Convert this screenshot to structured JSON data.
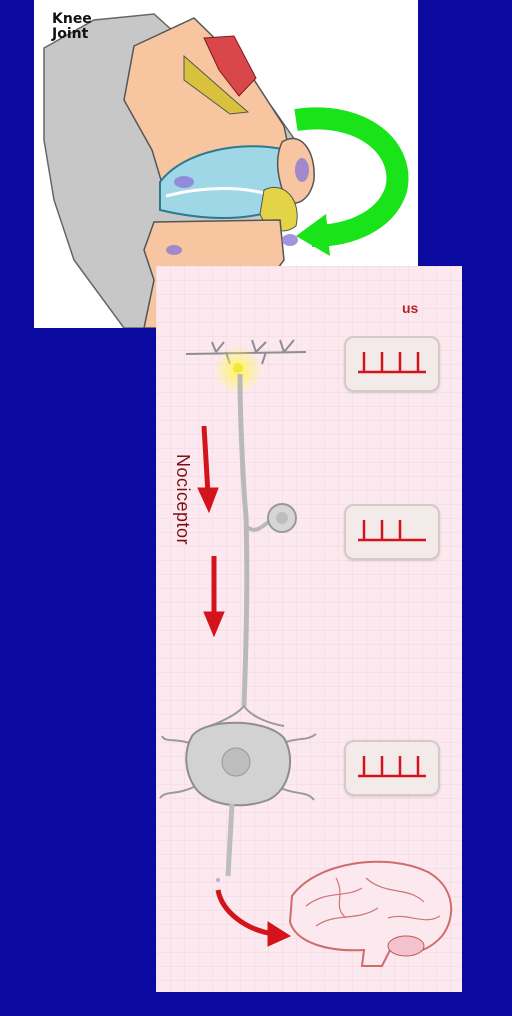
{
  "diagram": {
    "knee_title": "Knee\nJoint",
    "stimulus_label_fragment": "us",
    "nociceptor_label": "Nociceptor",
    "colors": {
      "background": "#0b0aa0",
      "green_arrow": "#19e319",
      "red_arrow": "#d3141c",
      "bone": "#f7c6a0",
      "cartilage": "#9fd7e6",
      "tissue_gray": "#c7c7c7",
      "muscle": "#d9474b",
      "neuron": "#cfcfcf",
      "panel_pink": "#fbe9ef"
    },
    "icons": {
      "rotation": "green-curved-arrow-icon",
      "signal": "red-down-arrow-icon",
      "spikes": "spike-train-icon",
      "brain": "brain-icon"
    }
  }
}
